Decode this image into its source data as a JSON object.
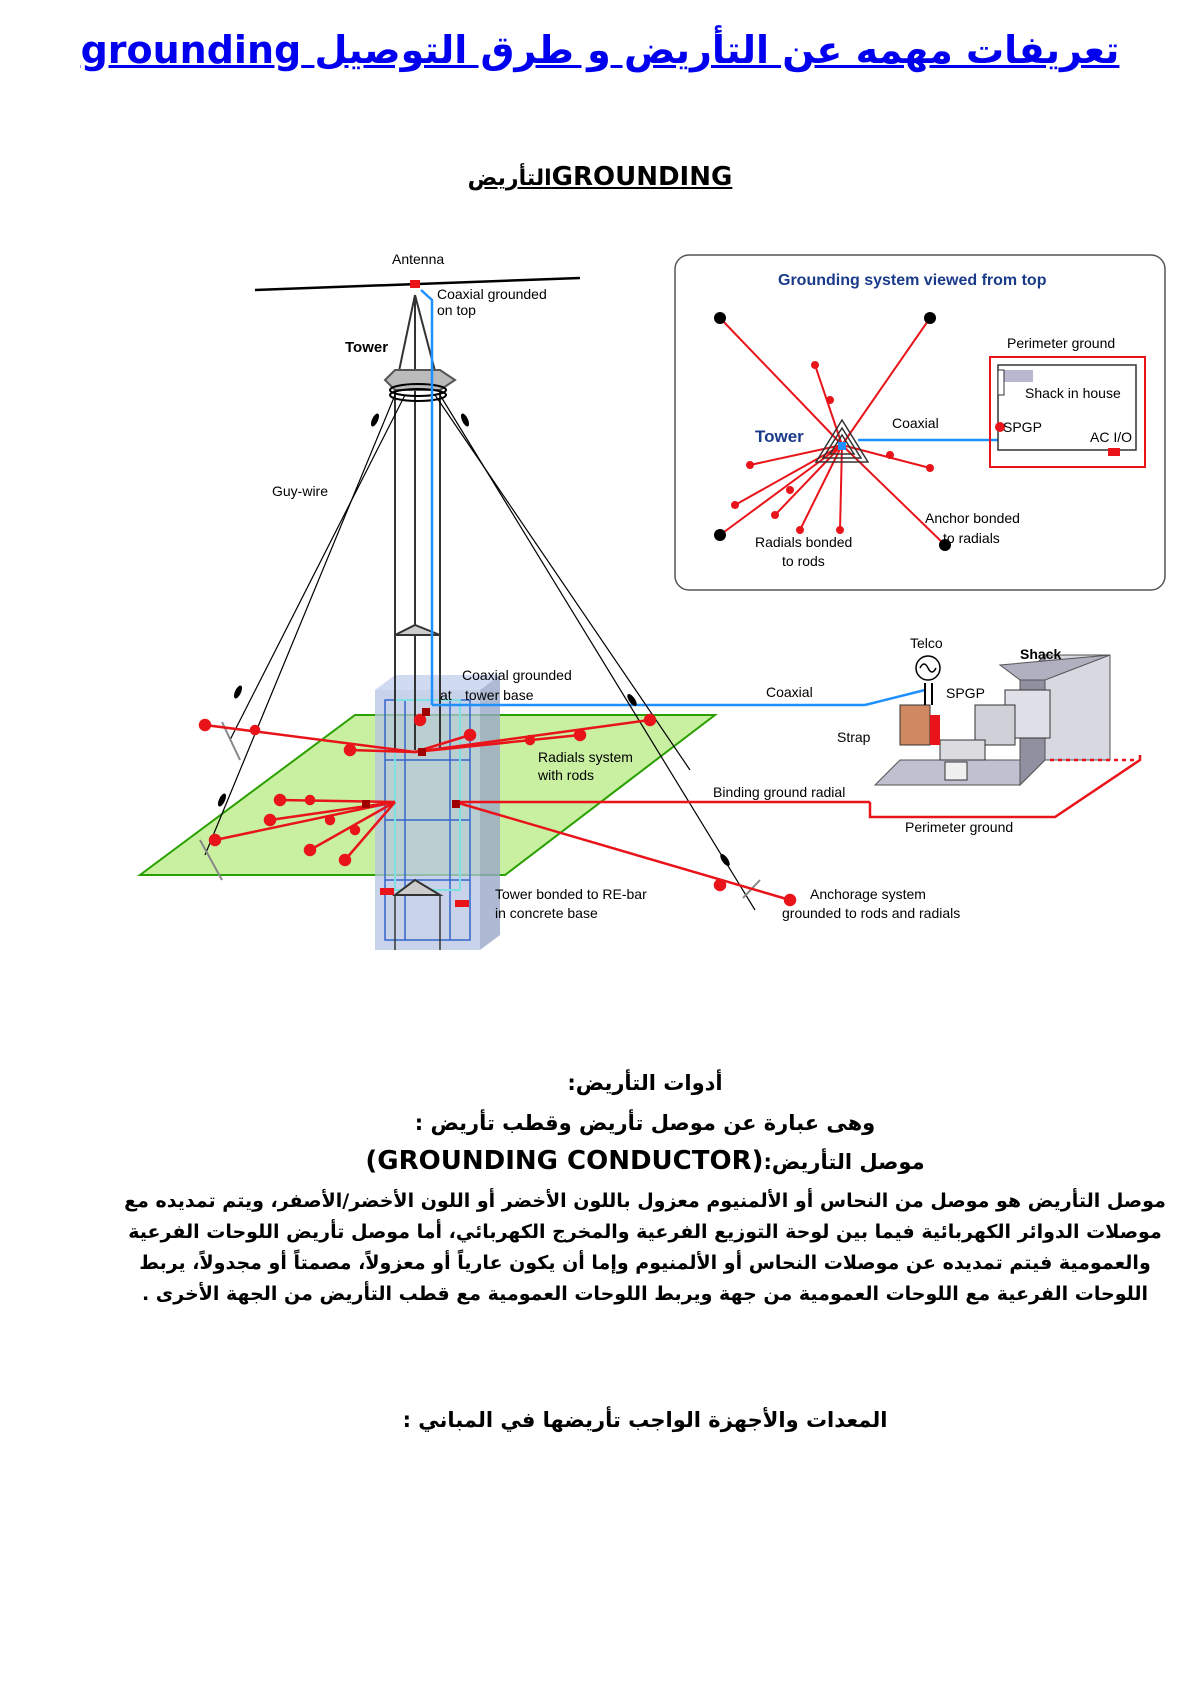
{
  "page": {
    "title_ar": "تعريفات مهمه عن التأريض و طرق التوصيل",
    "title_en": "grounding",
    "section_title_en": "GROUNDING",
    "section_title_ar": "التأريض"
  },
  "diagram": {
    "labels": {
      "antenna": "Antenna",
      "coax_top_1": "Coaxial grounded",
      "coax_top_2": "on top",
      "tower": "Tower",
      "guy_wire": "Guy-wire",
      "coax_base_1": "Coaxial grounded",
      "coax_base_at": "at",
      "coax_base_2": "tower base",
      "coaxial": "Coaxial",
      "telco": "Telco",
      "shack": "Shack",
      "spgp": "SPGP",
      "strap": "Strap",
      "radials_system_1": "Radials system",
      "radials_system_2": "with rods",
      "binding_ground": "Binding ground radial",
      "perimeter_ground": "Perimeter ground",
      "tower_bonded_1": "Tower bonded to RE-bar",
      "tower_bonded_2": "in concrete base",
      "anchorage_1": "Anchorage system",
      "anchorage_2": "grounded to rods and radials"
    },
    "inset": {
      "title": "Grounding system viewed from top",
      "perimeter_ground": "Perimeter ground",
      "shack_in_house": "Shack in house",
      "coaxial": "Coaxial",
      "spgp": "SPGP",
      "tower": "Tower",
      "ac_io": "AC I/O",
      "anchor_1": "Anchor bonded",
      "anchor_2": "to radials",
      "radials_1": "Radials bonded",
      "radials_2": "to rods"
    },
    "colors": {
      "radial": "#e8141a",
      "coax": "#1e90ff",
      "ground_plane": "#c8f0a0",
      "ground_plane_border": "#2aa000",
      "concrete": "#b6c4e2",
      "title_link": "#0000ee"
    }
  },
  "content": {
    "tools_heading": "أدوات التأريض:",
    "tools_desc": "وهى عبارة عن موصل تأريض وقطب تأريض :",
    "conductor_heading_ar": "موصل التأريض:",
    "conductor_heading_en": "(GROUNDING CONDUCTOR)",
    "conductor_paragraph": "موصل التأريض هو موصل من النحاس أو الألمنيوم معزول باللون الأخضر أو اللون الأخضر/الأصفر، ويتم تمديده مع موصلات الدوائر الكهربائية فيما بين لوحة التوزيع الفرعية والمخرج الكهربائي، أما موصل تأريض اللوحات الفرعية والعمومية فيتم تمديده عن موصلات النحاس أو الألمنيوم وإما أن يكون عارياً أو معزولاً، مصمتاً أو مجدولاً، يربط اللوحات الفرعية مع اللوحات العمومية من جهة ويربط اللوحات العمومية مع قطب التأريض من الجهة الأخرى .",
    "equipment_heading": "المعدات والأجهزة الواجب تأريضها في المباني :"
  }
}
